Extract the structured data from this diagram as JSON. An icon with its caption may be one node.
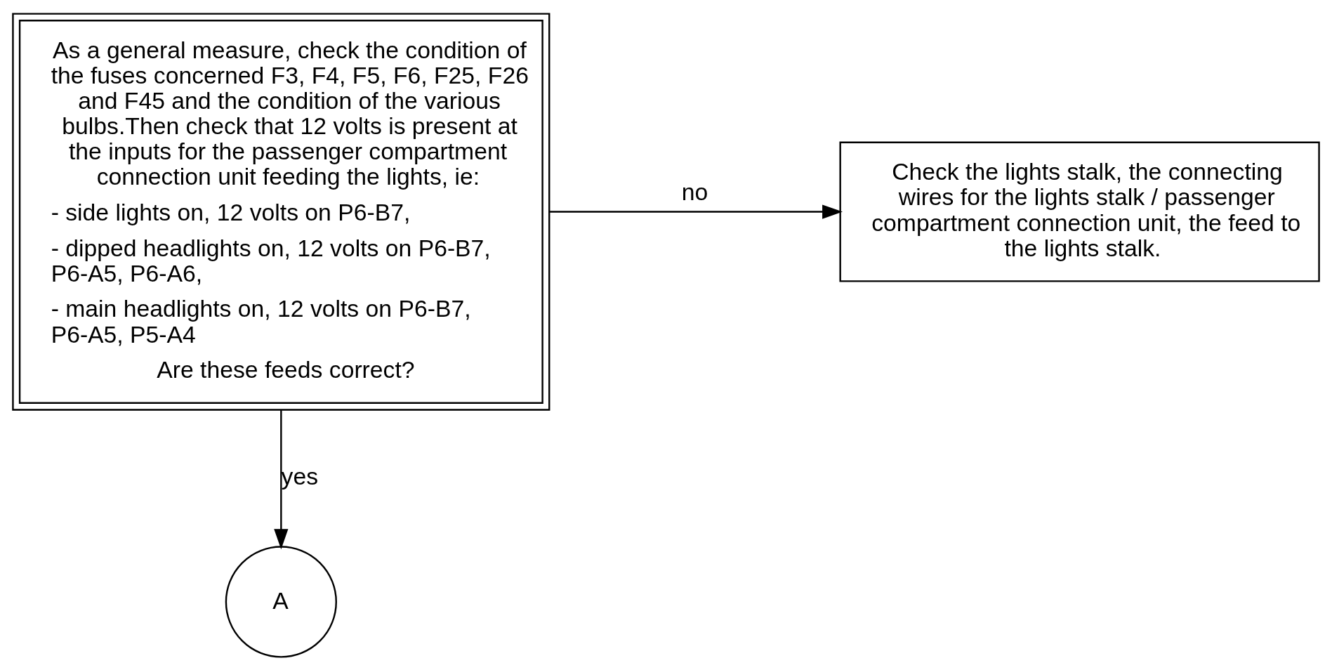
{
  "diagram": {
    "nodes": [
      {
        "text": [
          "As a general measure, check the condition of the fuses concerned F3, F4, F5, F6, F25, F26 and F45 and the condition of the various bulbs.Then check that 12 volts is present at the inputs for the passenger compartment connection unit feeding the lights, ie:",
          "- side lights on, 12 volts on P6-B7,",
          "- dipped headlights on, 12 volts on P6-B7, P6-A5, P6-A6,",
          "- main headlights on, 12 volts on P6-B7, P6-A5, P5-A4",
          "Are these feeds correct?"
        ]
      },
      {
        "text": [
          "Check the lights stalk, the connecting wires for the lights stalk / passenger compartment connection unit, the feed to the lights stalk."
        ]
      },
      {
        "text": [
          "A"
        ]
      }
    ],
    "edges": [
      {
        "from": 0,
        "to": 1,
        "arrow": "to",
        "label": "no"
      },
      {
        "from": 0,
        "to": 2,
        "arrow": "to",
        "label": "yes"
      }
    ]
  }
}
